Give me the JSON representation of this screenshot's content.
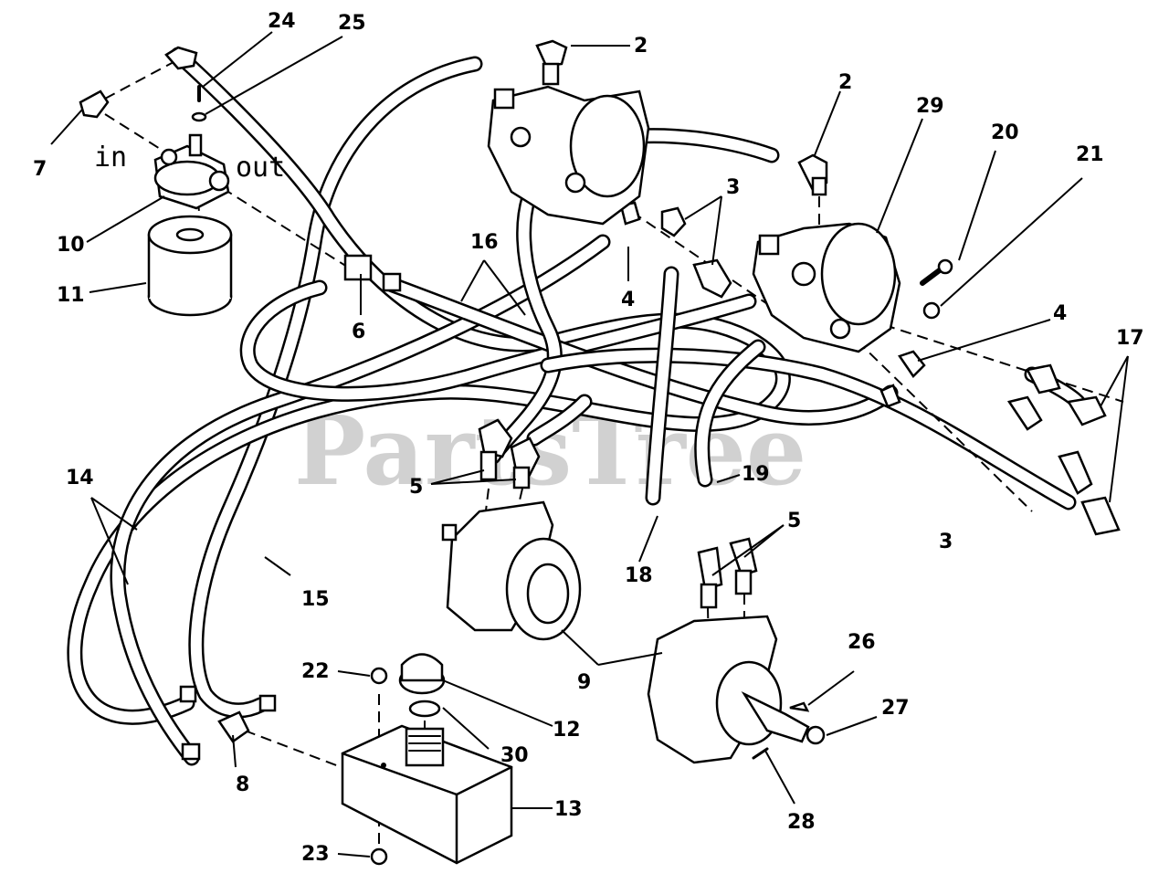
{
  "watermark": "PartsTree",
  "labels": {
    "in": "in",
    "out": "out"
  },
  "callouts": [
    {
      "id": "c2a",
      "text": "2"
    },
    {
      "id": "c2b",
      "text": "2"
    },
    {
      "id": "c3a",
      "text": "3"
    },
    {
      "id": "c3b",
      "text": "3"
    },
    {
      "id": "c4a",
      "text": "4"
    },
    {
      "id": "c4b",
      "text": "4"
    },
    {
      "id": "c5a",
      "text": "5"
    },
    {
      "id": "c5b",
      "text": "5"
    },
    {
      "id": "c6",
      "text": "6"
    },
    {
      "id": "c7",
      "text": "7"
    },
    {
      "id": "c8",
      "text": "8"
    },
    {
      "id": "c9",
      "text": "9"
    },
    {
      "id": "c10",
      "text": "10"
    },
    {
      "id": "c11",
      "text": "11"
    },
    {
      "id": "c12",
      "text": "12"
    },
    {
      "id": "c13",
      "text": "13"
    },
    {
      "id": "c14",
      "text": "14"
    },
    {
      "id": "c15",
      "text": "15"
    },
    {
      "id": "c16",
      "text": "16"
    },
    {
      "id": "c17",
      "text": "17"
    },
    {
      "id": "c18",
      "text": "18"
    },
    {
      "id": "c19",
      "text": "19"
    },
    {
      "id": "c20",
      "text": "20"
    },
    {
      "id": "c21",
      "text": "21"
    },
    {
      "id": "c22",
      "text": "22"
    },
    {
      "id": "c23",
      "text": "23"
    },
    {
      "id": "c24",
      "text": "24"
    },
    {
      "id": "c25",
      "text": "25"
    },
    {
      "id": "c26",
      "text": "26"
    },
    {
      "id": "c27",
      "text": "27"
    },
    {
      "id": "c28",
      "text": "28"
    },
    {
      "id": "c29",
      "text": "29"
    },
    {
      "id": "c30",
      "text": "30"
    }
  ]
}
